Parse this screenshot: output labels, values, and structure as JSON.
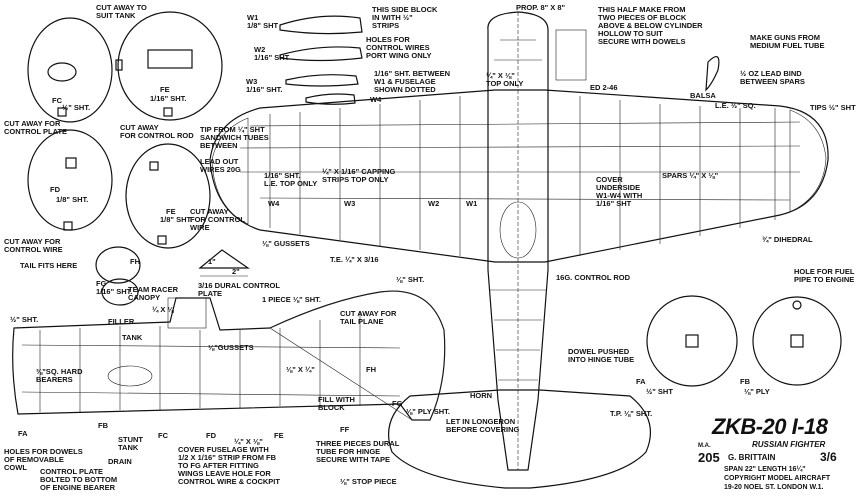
{
  "title_block": {
    "model": "ZKB-20 I-18",
    "subtitle": "RUSSIAN FIGHTER",
    "publisher_abbrev": "M.A.",
    "plan_number": "205",
    "designer": "G. BRITTAIN",
    "price": "3/6",
    "dimensions": "SPAN 22\" LENGTH 16¼\"",
    "copyright": "COPYRIGHT MODEL AIRCRAFT",
    "address": "19-20 NOEL ST. LONDON W.1."
  },
  "labels": {
    "cut_away_tank": "CUT AWAY TO\nSUIT TANK",
    "fc": "FC",
    "fc_sht": "½\" SHT.",
    "fe": "FE",
    "fe_sht": "1/16\" SHT.",
    "cut_away_control_plate": "CUT AWAY FOR\nCONTROL PLATE",
    "cut_away_control_rod": "CUT AWAY\nFOR CONTROL ROD",
    "fd": "FD",
    "fd_sht": "1/8\" SHT.",
    "fe2": "FE",
    "fe2_sht": "1/8\" SHT.",
    "cut_away_control_wire_left": "CUT AWAY FOR\nCONTROL WIRE",
    "cut_away_control_wire_right": "CUT AWAY\nFOR CONTROL\nWIRE",
    "tail_fits_here": "TAIL FITS HERE",
    "fh": "FH",
    "fg": "FG",
    "fg_sht": "1/16\" SHT.",
    "w1": "W1\n1/8\" SHT",
    "w2": "W2\n1/16\" SHT",
    "w3": "W3\n1/16\" SHT.",
    "w4": "W4",
    "side_block": "THIS SIDE BLOCK\nIN WITH ½\"\nSTRIPS",
    "holes_control_wires": "HOLES FOR\nCONTROL WIRES\nPORT WING ONLY",
    "prop": "PROP. 8\" x 8\"",
    "half_make": "THIS HALF MAKE FROM\nTWO PIECES OF BLOCK\nABOVE & BELOW CYLINDER\nHOLLOW TO SUIT\nSECURE WITH DOWELS",
    "make_guns": "MAKE GUNS FROM\nMEDIUM FUEL TUBE",
    "balsa": "BALSA",
    "lead_bind": "½ OZ LEAD BIND\nBETWEEN SPARS",
    "tips": "TIPS ½\" SHT",
    "le_sq": "L.E. ½\" SQ.",
    "ed": "ED 2-46",
    "sht_between": "1/16\" SHT. BETWEEN\nW1 & FUSELAGE\nSHOWN DOTTED",
    "top_only": "¼\" x ⅛\"\nTOP ONLY",
    "tip_from": "TIP FROM ¼\" SHT\nSANDWICH TUBES\nBETWEEN",
    "lead_out": "LEAD OUT\nWIRES 20G",
    "le_top": "1/16\" SHT.\nL.E. TOP ONLY",
    "capping": "¼\" x 1/16\" CAPPING\nSTRIPS TOP ONLY",
    "cover_underside": "COVER\nUNDERSIDE\nW1-W4 WITH\n1/16\" SHT",
    "spars": "SPARS ¼\" x ⅛\"",
    "w4_wing": "W4",
    "w3_wing": "W3",
    "w2_wing": "W2",
    "w1_wing": "W1",
    "gussets": "⅛\" GUSSETS",
    "te": "T.E. ¼\" x 3/16",
    "dihedral": "¾\" DIHEDRAL",
    "dural_plate": "3/16 DURAL CONTROL\nPLATE",
    "dim_1": "1\"",
    "dim_2": "2\"",
    "control_rod": "16G. CONTROL ROD",
    "hole_fuel": "HOLE FOR FUEL\nPIPE TO ENGINE",
    "half_sht_left": "½\" SHT.",
    "team_racer": "TEAM RACER\nCANOPY",
    "canopy_dims": "¼ x ⅛",
    "filler": "FILLER",
    "tank": "TANK",
    "sq_bearers": "⅜\"SQ. HARD\nBEARERS",
    "fa": "FA",
    "fb": "FB",
    "fc_side": "FC",
    "fd_side": "FD",
    "fe_side": "FE",
    "fh_side": "FH",
    "fg_side": "FG",
    "ff": "FF",
    "one_piece": "1 PIECE ⅛\" SHT.",
    "cut_away_tailplane": "CUT AWAY FOR\nTAIL PLANE",
    "gussets_side": "⅛\"GUSSETS",
    "strip_side": "⅛\" x ¼\"",
    "fill_block": "FILL WITH\nBLOCK",
    "ply_sht": "⅛\" PLY SHT.",
    "horn": "HORN",
    "let_in": "LET IN LONGERON\nBEFORE COVERING",
    "dowel_pushed": "DOWEL PUSHED\nINTO HINGE TUBE",
    "holes_dowels": "HOLES FOR DOWELS\nOF REMOVABLE\nCOWL",
    "stunt_tank": "STUNT\nTANK",
    "drain": "DRAIN",
    "control_plate_bolted": "CONTROL PLATE\nBOLTED TO BOTTOM\nOF ENGINE BEARER",
    "cover_fuselage": "COVER FUSELAGE WITH\n1/2 x 1/16\" STRIP FROM FB\nTO FG AFTER FITTING\nWINGS LEAVE HOLE FOR\nCONTROL WIRE & COCKPIT",
    "strip_quarter": "¼\" x ⅛\"",
    "three_pieces": "THREE PIECES DURAL\nTUBE FOR HINGE\nSECURE WITH TAPE",
    "stop_piece": "⅛\" STOP PIECE",
    "tp": "T.P. ⅛\" SHT.",
    "fa_right": "FA",
    "fa_right_sht": "½\" SHT",
    "fb_right": "FB",
    "fb_right_sht": "⅛\" PLY",
    "eighth_sht": "⅛\" SHT."
  }
}
